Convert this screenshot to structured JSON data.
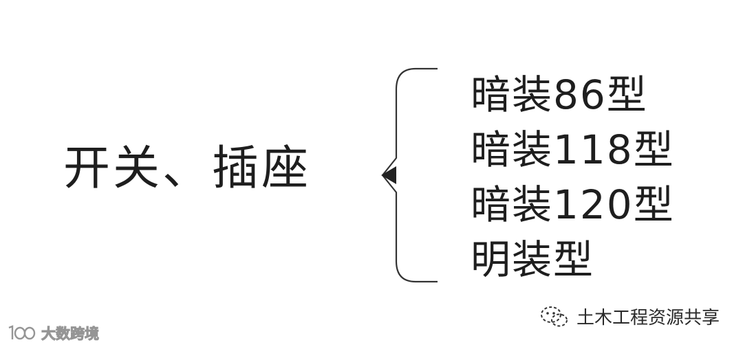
{
  "diagram": {
    "root_label": "开关、插座",
    "items": [
      "暗装86型",
      "暗装118型",
      "暗装120型",
      "明装型"
    ]
  },
  "watermarks": {
    "left": {
      "logo_icon": "dashuju-logo-icon",
      "text": "大数跨境"
    },
    "right": {
      "logo_icon": "wechat-channel-icon",
      "text": "土木工程资源共享"
    }
  },
  "colors": {
    "text": "#1e1e1e",
    "brace": "#333333",
    "background": "#ffffff"
  }
}
